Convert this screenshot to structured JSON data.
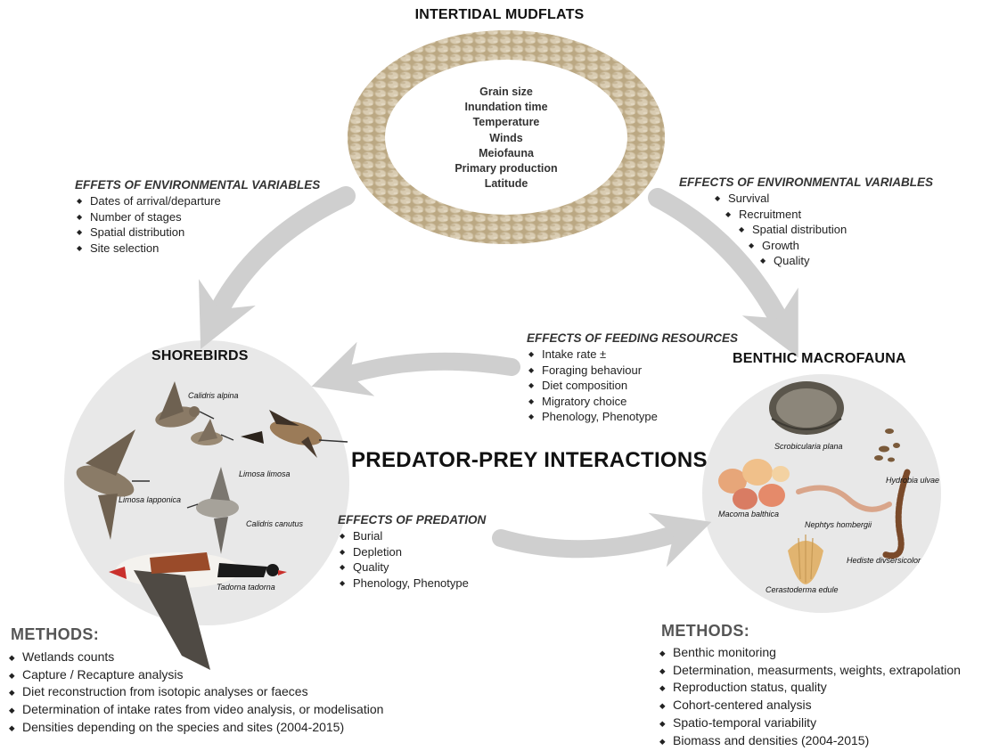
{
  "mudflats": {
    "title": "INTERTIDAL MUDFLATS",
    "variables": [
      "Grain size",
      "Inundation time",
      "Temperature",
      "Winds",
      "Meiofauna",
      "Primary production",
      "Latitude"
    ]
  },
  "env_shorebirds": {
    "heading": "EFFETS OF ENVIRONMENTAL VARIABLES",
    "items": [
      "Dates of arrival/departure",
      "Number of stages",
      "Spatial distribution",
      "Site selection"
    ]
  },
  "env_benthic": {
    "heading": "EFFECTS OF ENVIRONMENTAL VARIABLES",
    "items": [
      "Survival",
      "Recruitment",
      "Spatial distribution",
      "Growth",
      "Quality"
    ]
  },
  "feeding": {
    "heading": "EFFECTS OF FEEDING RESOURCES",
    "items": [
      "Intake rate ±",
      "Foraging behaviour",
      "Diet composition",
      "Migratory choice",
      "Phenology, Phenotype"
    ]
  },
  "predation": {
    "heading": "EFFECTS OF PREDATION",
    "items": [
      "Burial",
      "Depletion",
      "Quality",
      "Phenology, Phenotype"
    ]
  },
  "center_title": "PREDATOR-PREY INTERACTIONS",
  "shorebirds": {
    "title": "SHOREBIRDS",
    "species": [
      "Calidris alpina",
      "Limosa limosa",
      "Limosa lapponica",
      "Calidris canutus",
      "Tadorna tadorna"
    ]
  },
  "benthic": {
    "title": "BENTHIC MACROFAUNA",
    "species": [
      "Scrobicularia plana",
      "Hydrobia ulvae",
      "Macoma balthica",
      "Nephtys hombergii",
      "Hediste divsersicolor",
      "Cerastoderma edule"
    ]
  },
  "methods_left": {
    "heading": "METHODS:",
    "items": [
      "Wetlands counts",
      "Capture / Recapture analysis",
      "Diet reconstruction from isotopic analyses or faeces",
      "Determination of intake rates from video analysis, or modelisation",
      "Densities depending on the species and sites (2004-2015)"
    ]
  },
  "methods_right": {
    "heading": "METHODS:",
    "items": [
      "Benthic monitoring",
      "Determination, measurments, weights, extrapolation",
      "Reproduction status, quality",
      "Cohort-centered analysis",
      "Spatio-temporal variability",
      "Biomass and densities (2004-2015)"
    ]
  },
  "colors": {
    "arrow": "#cfcfcf",
    "circle_bg": "#e8e8e8",
    "mud_ring": "#cdbd9e"
  }
}
